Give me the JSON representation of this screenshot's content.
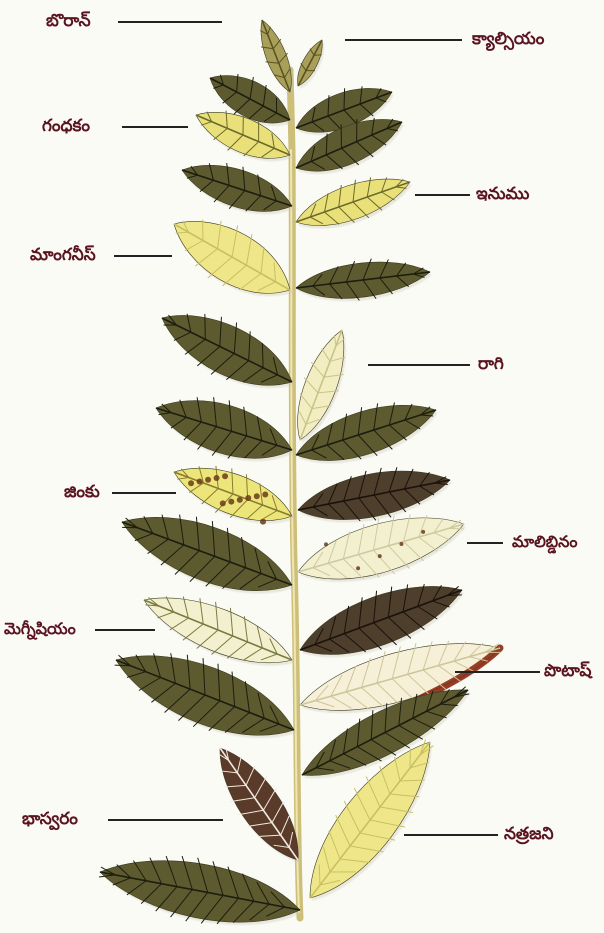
{
  "colors": {
    "label_text": "#5a1420",
    "leader_line": "#222222",
    "stem": "#cdbf7a",
    "healthy_leaf": "#5c5a2e",
    "vein": "#1d1d10",
    "chlorotic_leaf": "#e9e07a",
    "pale_leaf": "#f3f0cf",
    "necrotic_spot": "#6b3a1a",
    "scorch_edge": "#8a2a12"
  },
  "labels": {
    "boron": "బొరాన్",
    "calcium": "క్యాల్సియం",
    "sulphur": "గంధకం",
    "iron": "ఇనుము",
    "manganese": "మాంగనీస్",
    "copper": "రాగి",
    "zinc": "జింకు",
    "molybdenum": "మాలిబ్డినం",
    "magnesium": "మెగ్నీషియం",
    "potash": "పొటాష్",
    "phosphorus": "భాస్వరం",
    "nitrogen": "నత్రజని"
  }
}
